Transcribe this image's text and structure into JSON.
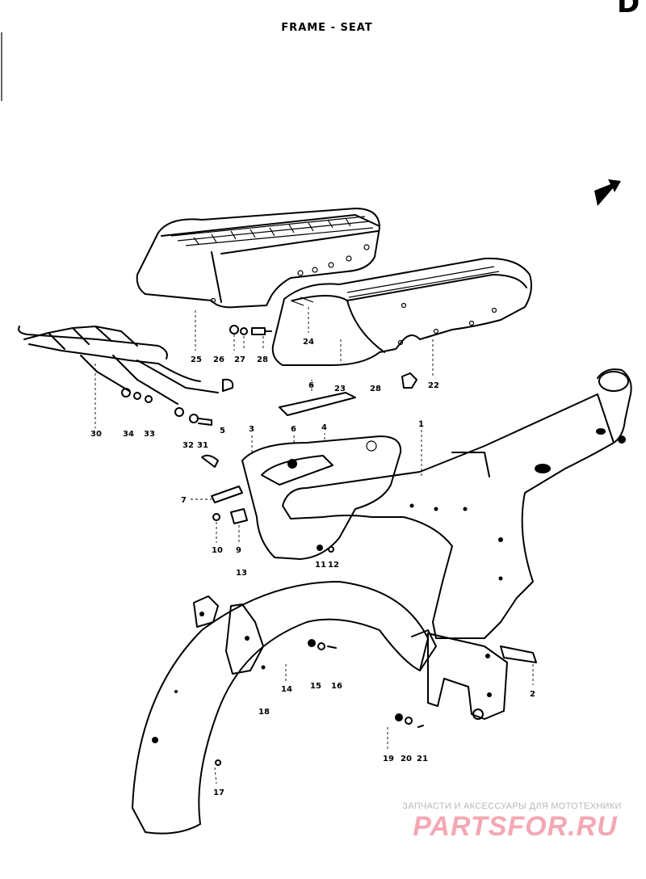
{
  "title": "FRAME - SEAT",
  "corner_mark": "D",
  "watermark": {
    "text": "ЗАПЧАСТИ И АКСЕССУАРЫ ДЛЯ МОТОТЕХНИКИ",
    "logo": "PARTSFOR.RU"
  },
  "parts": [
    {
      "id": "p25",
      "number": "25"
    },
    {
      "id": "p26a",
      "number": "26"
    },
    {
      "id": "p27",
      "number": "27"
    },
    {
      "id": "p28a",
      "number": "28"
    },
    {
      "id": "p24",
      "number": "24"
    },
    {
      "id": "p23",
      "number": "23"
    },
    {
      "id": "p28b",
      "number": "28"
    },
    {
      "id": "p22",
      "number": "22"
    },
    {
      "id": "p6a",
      "number": "6"
    },
    {
      "id": "p30",
      "number": "30"
    },
    {
      "id": "p34",
      "number": "34"
    },
    {
      "id": "p33",
      "number": "33"
    },
    {
      "id": "p32",
      "number": "32"
    },
    {
      "id": "p31",
      "number": "31"
    },
    {
      "id": "p5",
      "number": "5"
    },
    {
      "id": "p3",
      "number": "3"
    },
    {
      "id": "p6b",
      "number": "6"
    },
    {
      "id": "p4",
      "number": "4"
    },
    {
      "id": "p1",
      "number": "1"
    },
    {
      "id": "p7",
      "number": "7"
    },
    {
      "id": "p10",
      "number": "10"
    },
    {
      "id": "p9",
      "number": "9"
    },
    {
      "id": "p13",
      "number": "13"
    },
    {
      "id": "p11",
      "number": "11"
    },
    {
      "id": "p12",
      "number": "12"
    },
    {
      "id": "p14",
      "number": "14"
    },
    {
      "id": "p15",
      "number": "15"
    },
    {
      "id": "p16",
      "number": "16"
    },
    {
      "id": "p18",
      "number": "18"
    },
    {
      "id": "p2",
      "number": "2"
    },
    {
      "id": "p19",
      "number": "19"
    },
    {
      "id": "p20",
      "number": "20"
    },
    {
      "id": "p21",
      "number": "21"
    },
    {
      "id": "p17",
      "number": "17"
    }
  ]
}
